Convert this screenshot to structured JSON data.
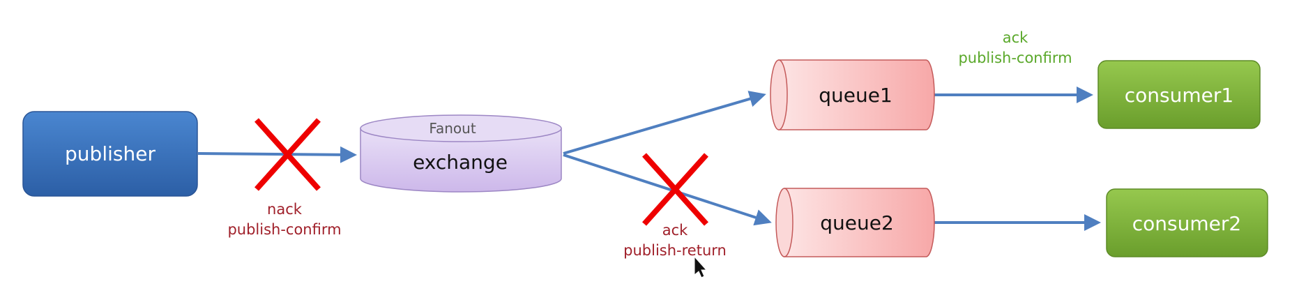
{
  "nodes": {
    "publisher": "publisher",
    "exchange_type": "Fanout",
    "exchange": "exchange",
    "queue1": "queue1",
    "queue2": "queue2",
    "consumer1": "consumer1",
    "consumer2": "consumer2"
  },
  "labels": {
    "nack_publisher": {
      "line1": "nack",
      "line2": "publish-confirm"
    },
    "ack_queue2": {
      "line1": "ack",
      "line2": "publish-return"
    },
    "ack_queue1": {
      "line1": "ack",
      "line2": "publish-confirm"
    }
  },
  "colors": {
    "publisher_top": "#4a86d0",
    "publisher_bottom": "#2c5fa6",
    "exchange_fill": "#d8c8ee",
    "queue_fill": "#fbc8c8",
    "consumer_top": "#8cc14a",
    "consumer_bottom": "#6a9e2c",
    "arrow": "#4f7fc0",
    "cross": "#ee0000",
    "label_red": "#a0202a",
    "label_green": "#5aa82a"
  }
}
